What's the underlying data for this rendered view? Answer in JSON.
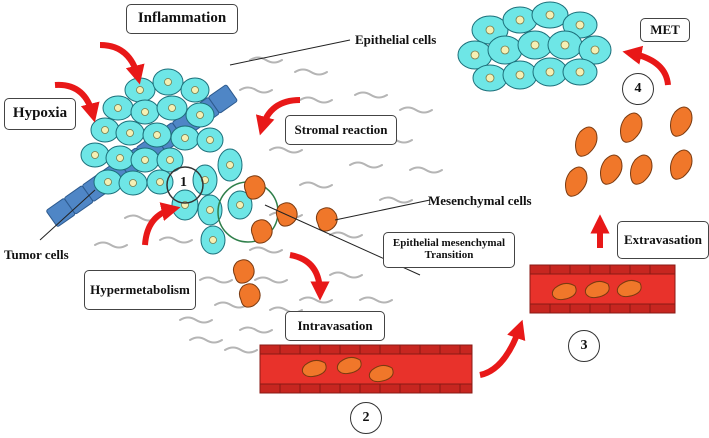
{
  "labels": {
    "inflammation": "Inflammation",
    "epithelial_cells": "Epithelial cells",
    "met": "MET",
    "hypoxia": "Hypoxia",
    "stromal_reaction": "Stromal reaction",
    "mesenchymal_cells": "Mesenchymal cells",
    "emt_line1": "Epithelial mesenchymal",
    "emt_line2": "Transition",
    "extravasation": "Extravasation",
    "tumor_cells": "Tumor cells",
    "hypermetabolism": "Hypermetabolism",
    "intravasation": "Intravasation"
  },
  "step_numbers": {
    "step1": "1",
    "step2": "2",
    "step3": "3",
    "step4": "4"
  },
  "colors": {
    "epithelial_cell_fill": "#6ee6e6",
    "nucleus_fill": "#f5f0b4",
    "basement_cell_fill": "#4f86c6",
    "mesenchymal_cell_fill": "#f0772a",
    "vessel_fill": "#e8322b",
    "arrow_red": "#e81818",
    "stroma_gray": "#b5b5b5"
  }
}
